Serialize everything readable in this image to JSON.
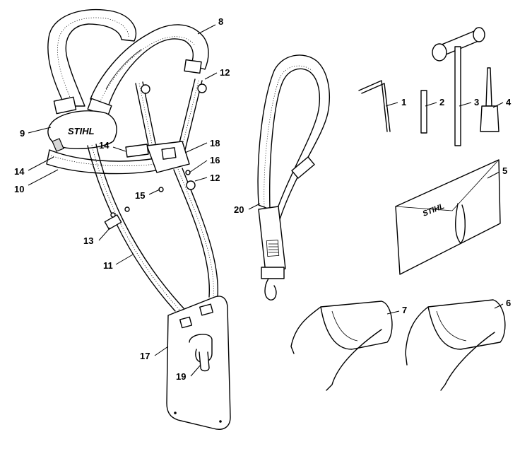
{
  "brand": {
    "logo_text": "STIHL"
  },
  "callouts": [
    {
      "id": "1",
      "label": "1"
    },
    {
      "id": "2",
      "label": "2"
    },
    {
      "id": "3",
      "label": "3"
    },
    {
      "id": "4",
      "label": "4"
    },
    {
      "id": "5",
      "label": "5"
    },
    {
      "id": "6",
      "label": "6"
    },
    {
      "id": "7",
      "label": "7"
    },
    {
      "id": "8",
      "label": "8"
    },
    {
      "id": "9",
      "label": "9"
    },
    {
      "id": "10",
      "label": "10"
    },
    {
      "id": "11",
      "label": "11"
    },
    {
      "id": "12a",
      "label": "12"
    },
    {
      "id": "12b",
      "label": "12"
    },
    {
      "id": "13",
      "label": "13"
    },
    {
      "id": "14a",
      "label": "14"
    },
    {
      "id": "14b",
      "label": "14"
    },
    {
      "id": "15",
      "label": "15"
    },
    {
      "id": "16",
      "label": "16"
    },
    {
      "id": "17",
      "label": "17"
    },
    {
      "id": "18",
      "label": "18"
    },
    {
      "id": "19",
      "label": "19"
    },
    {
      "id": "20",
      "label": "20"
    }
  ]
}
